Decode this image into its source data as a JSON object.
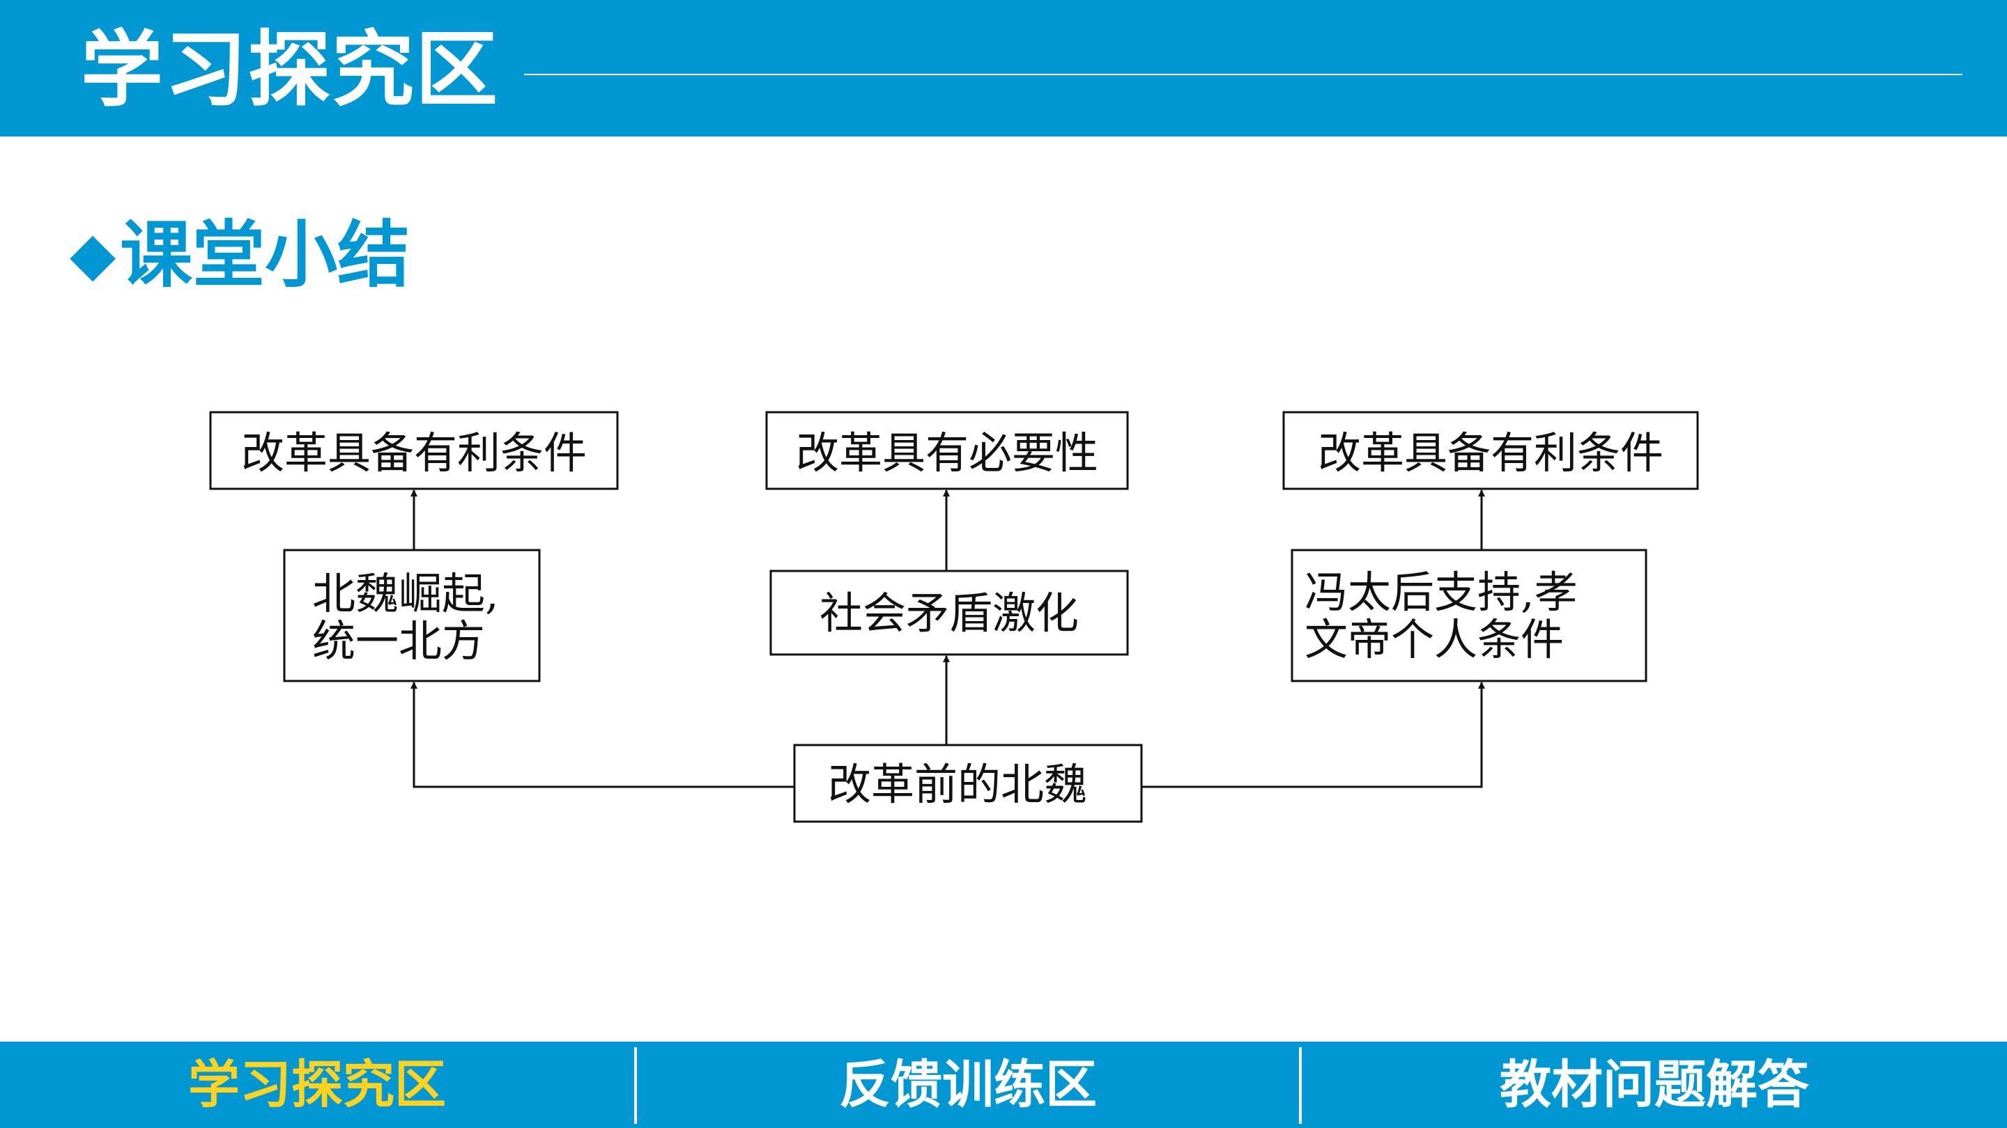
{
  "header": {
    "title": "学习探究区"
  },
  "section": {
    "icon": "diamond-icon",
    "heading": "课堂小结"
  },
  "diagram": {
    "top_left": "改革具备有利条件",
    "top_center": "改革具有必要性",
    "top_right": "改革具备有利条件",
    "mid_left": [
      "北魏崛起,",
      "统一北方"
    ],
    "mid_center": "社会矛盾激化",
    "mid_right": [
      "冯太后支持,孝",
      "文帝个人条件"
    ],
    "root": "改革前的北魏"
  },
  "footer": {
    "tabs": [
      {
        "label": "学习探究区",
        "active": true
      },
      {
        "label": "反馈训练区",
        "active": false
      },
      {
        "label": "教材问题解答",
        "active": false
      }
    ]
  },
  "colors": {
    "brand": "#0097d2",
    "active_tab": "#ffd21f"
  }
}
